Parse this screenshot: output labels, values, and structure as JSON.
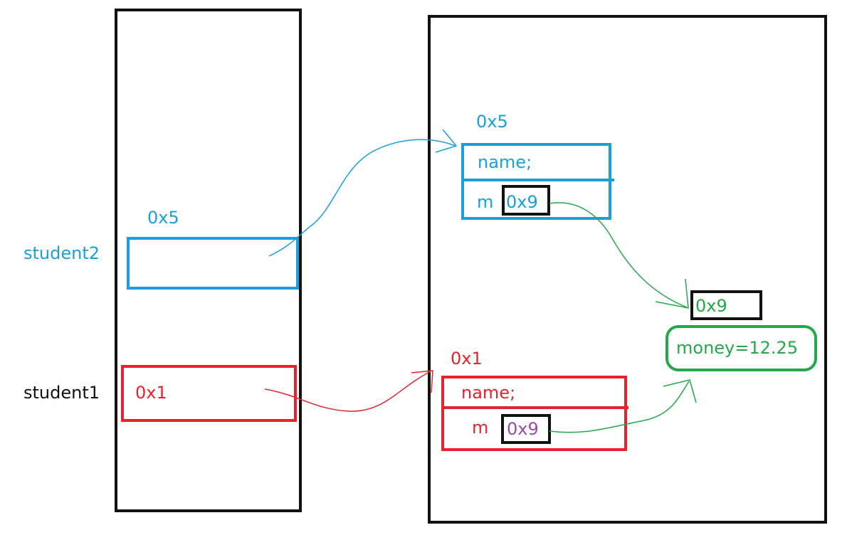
{
  "stack": {
    "student2": {
      "label": "student2",
      "address": "0x5",
      "value": ""
    },
    "student1": {
      "label": "student1",
      "value": "0x1"
    }
  },
  "heap": {
    "obj_blue": {
      "address": "0x5",
      "field_name": "name;",
      "field_m": "m",
      "m_value": "0x9"
    },
    "obj_red": {
      "address": "0x1",
      "field_name": "name;",
      "field_m": "m",
      "m_value": "0x9"
    },
    "money_obj": {
      "address": "0x9",
      "content": "money=12.25"
    }
  },
  "colors": {
    "student2": "#1a9fdb",
    "student1": "#e8222c",
    "money": "#23a84a",
    "ref_purple": "#9b4aa8",
    "frame": "#111111"
  }
}
